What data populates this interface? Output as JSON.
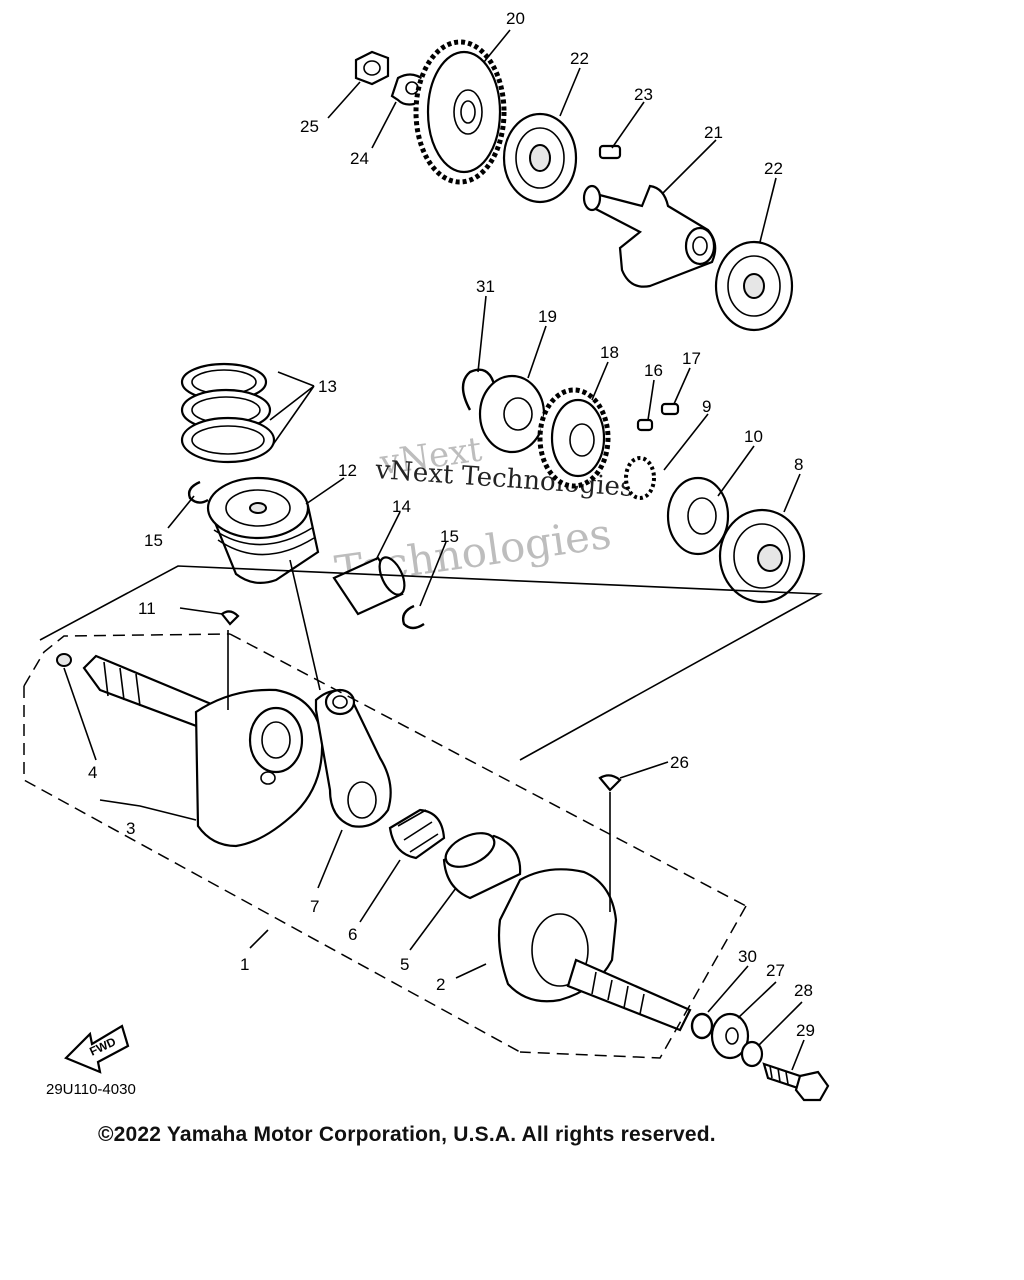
{
  "watermark": {
    "line1": "vNext Technologies",
    "line2_a": "vNext",
    "line2_b": "Technologies"
  },
  "diagram_code": "29U110-4030",
  "fwd_label": "FWD",
  "copyright": "©2022 Yamaha Motor Corporation, U.S.A. All rights reserved.",
  "labels": {
    "p1": "1",
    "p2": "2",
    "p3": "3",
    "p4": "4",
    "p5": "5",
    "p6": "6",
    "p7": "7",
    "p8": "8",
    "p9": "9",
    "p10": "10",
    "p11": "11",
    "p12": "12",
    "p13": "13",
    "p14": "14",
    "p15a": "15",
    "p15b": "15",
    "p16": "16",
    "p17": "17",
    "p18": "18",
    "p19": "19",
    "p20": "20",
    "p21": "21",
    "p22a": "22",
    "p22b": "22",
    "p23": "23",
    "p24": "24",
    "p25": "25",
    "p26": "26",
    "p27": "27",
    "p28": "28",
    "p29": "29",
    "p30": "30",
    "p31": "31"
  }
}
